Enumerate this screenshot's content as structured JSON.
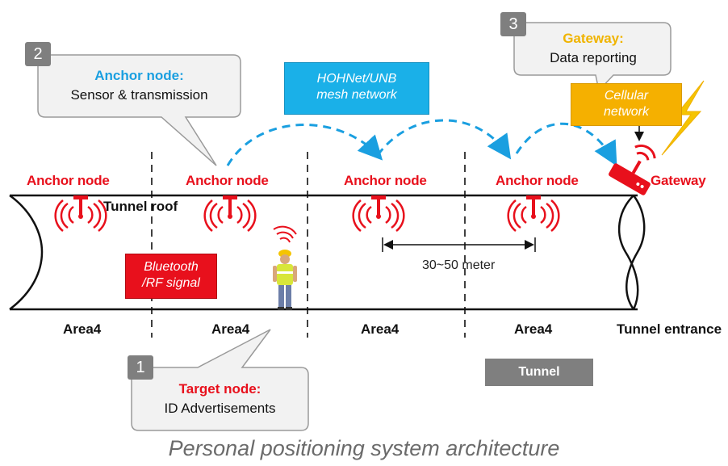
{
  "anchor_labels": [
    "Anchor node",
    "Anchor node",
    "Anchor node",
    "Anchor node"
  ],
  "gateway_label": "Gateway",
  "tunnel_roof": "Tunnel roof",
  "areas": [
    "Area4",
    "Area4",
    "Area4",
    "Area4"
  ],
  "tunnel_entrance": "Tunnel entrance",
  "distance": "30~50 meter",
  "bluetooth_box": {
    "line1": "Bluetooth",
    "line2": "/RF signal",
    "color": "#e8101c"
  },
  "mesh_box": {
    "line1": "HOHNet/UNB",
    "line2": "mesh network",
    "color": "#1ab0e8"
  },
  "cellular_box": {
    "line1": "Cellular",
    "line2": "network",
    "color": "#f5b000"
  },
  "tunnel_tag": "Tunnel",
  "callouts": [
    {
      "number": "1",
      "title": "Target node:",
      "body": "ID Advertisements"
    },
    {
      "number": "2",
      "title": "Anchor node:",
      "body": "Sensor & transmission"
    },
    {
      "number": "3",
      "title": "Gateway:",
      "body": "Data reporting"
    }
  ],
  "caption": "Personal positioning system architecture",
  "colors": {
    "red": "#e8101c",
    "blue": "#1a9fe0",
    "gold": "#f0b400",
    "gray": "#7f7f7f"
  }
}
